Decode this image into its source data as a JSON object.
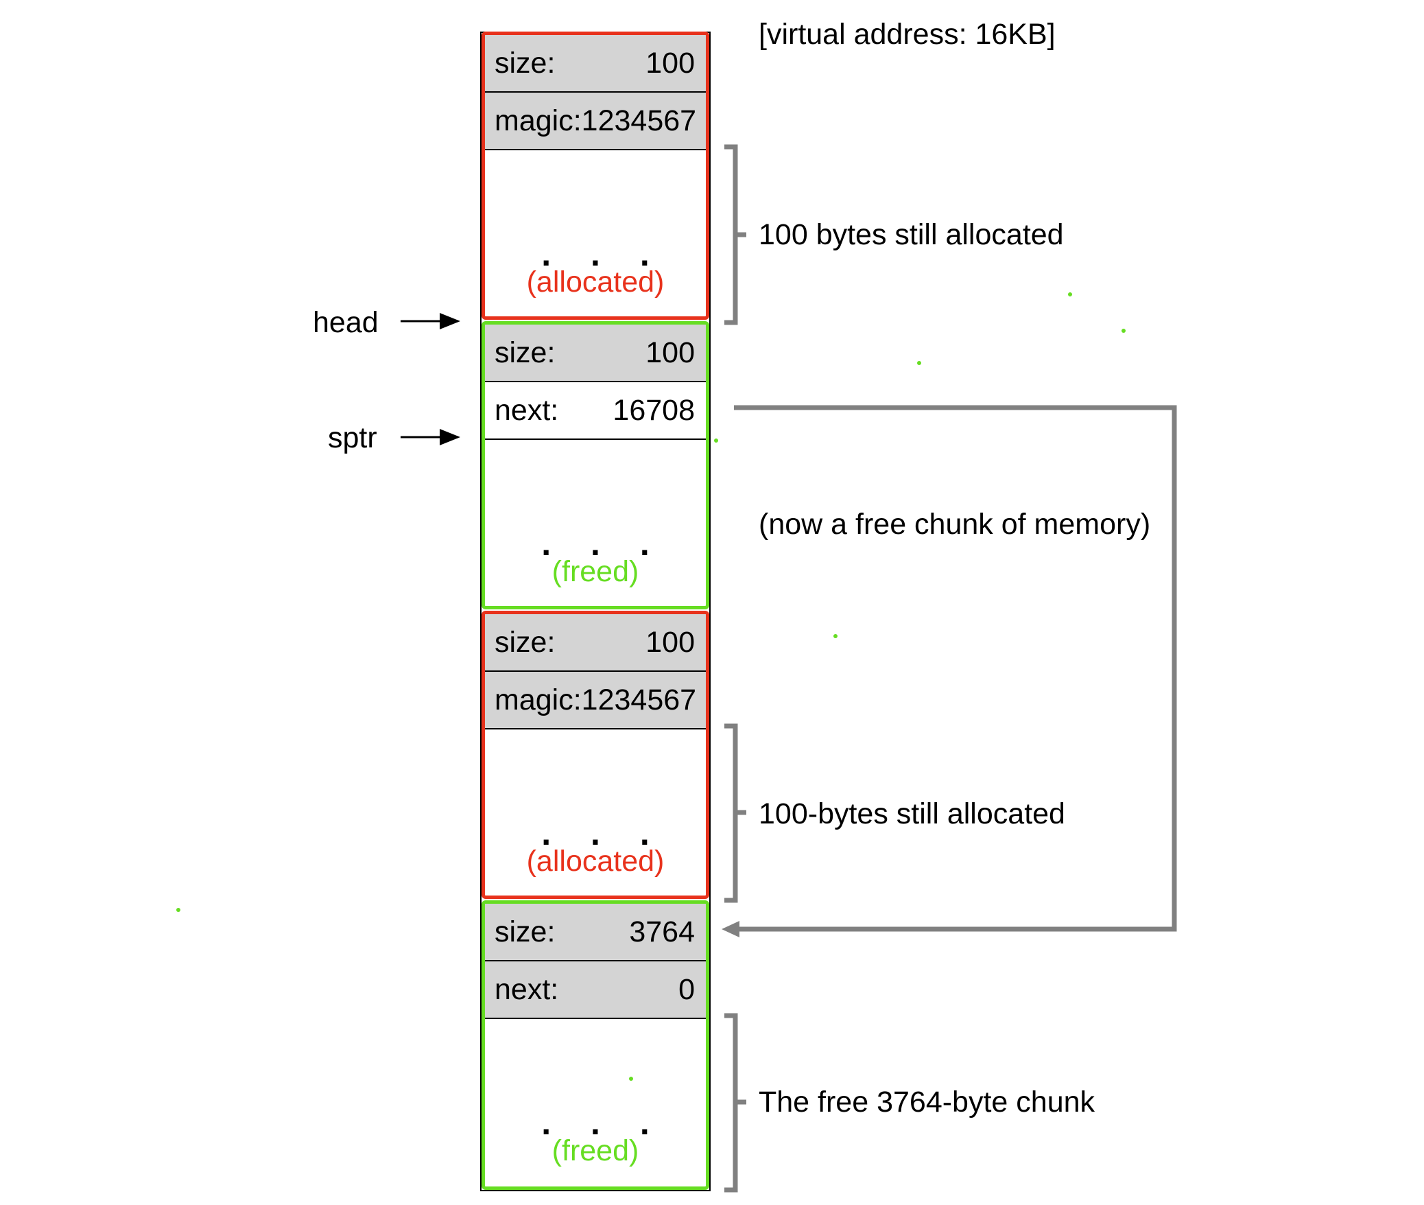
{
  "virtual_address_label": "[virtual address: 16KB]",
  "pointers": {
    "head": "head",
    "sptr": "sptr"
  },
  "chunks": [
    {
      "kind": "allocated",
      "fields": [
        {
          "name": "size:",
          "value": "100"
        },
        {
          "name": "magic:",
          "value": "1234567"
        }
      ],
      "ellipsis": ". . .",
      "status": "(allocated)",
      "annotation": "100 bytes still allocated"
    },
    {
      "kind": "free",
      "fields": [
        {
          "name": "size:",
          "value": "100"
        },
        {
          "name": "next:",
          "value": "16708"
        }
      ],
      "ellipsis": ". . .",
      "status": "(freed)",
      "annotation": "(now a free chunk of memory)"
    },
    {
      "kind": "allocated",
      "fields": [
        {
          "name": "size:",
          "value": "100"
        },
        {
          "name": "magic:",
          "value": "1234567"
        }
      ],
      "ellipsis": ". . .",
      "status": "(allocated)",
      "annotation": "100-bytes still allocated"
    },
    {
      "kind": "free",
      "fields": [
        {
          "name": "size:",
          "value": "3764"
        },
        {
          "name": "next:",
          "value": "0"
        }
      ],
      "ellipsis": ". . .",
      "status": "(freed)",
      "annotation": "The free 3764-byte chunk"
    }
  ],
  "colors": {
    "allocated": "#e8321c",
    "free": "#66dd22",
    "header_fill": "#d4d4d4",
    "connector": "#808080"
  }
}
